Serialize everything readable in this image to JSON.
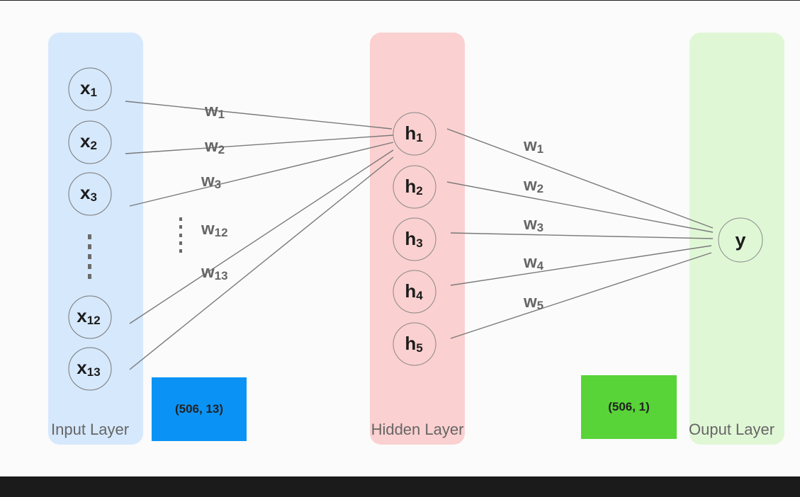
{
  "layers": {
    "input_label": "Input Layer",
    "hidden_label": "Hidden Layer",
    "output_label": "Ouput Layer"
  },
  "shapes": {
    "input": "(506, 13)",
    "output": "(506, 1)"
  },
  "colors": {
    "input_panel": "#d6e8fc",
    "hidden_panel": "#fbd0d0",
    "output_panel": "#e0f7d6",
    "input_shape_box": "#0a93f5",
    "output_shape_box": "#58d438",
    "edge": "#7a7a7a"
  },
  "input_nodes": [
    {
      "base": "x",
      "sub": "1"
    },
    {
      "base": "x",
      "sub": "2"
    },
    {
      "base": "x",
      "sub": "3"
    },
    {
      "base": "x",
      "sub": "12"
    },
    {
      "base": "x",
      "sub": "13"
    }
  ],
  "hidden_nodes": [
    {
      "base": "h",
      "sub": "1"
    },
    {
      "base": "h",
      "sub": "2"
    },
    {
      "base": "h",
      "sub": "3"
    },
    {
      "base": "h",
      "sub": "4"
    },
    {
      "base": "h",
      "sub": "5"
    }
  ],
  "output_node": {
    "base": "y",
    "sub": ""
  },
  "input_weights": [
    {
      "base": "w",
      "sub": "1"
    },
    {
      "base": "w",
      "sub": "2"
    },
    {
      "base": "w",
      "sub": "3"
    },
    {
      "base": "w",
      "sub": "12"
    },
    {
      "base": "w",
      "sub": "13"
    }
  ],
  "output_weights": [
    {
      "base": "w",
      "sub": "1"
    },
    {
      "base": "w",
      "sub": "2"
    },
    {
      "base": "w",
      "sub": "3"
    },
    {
      "base": "w",
      "sub": "4"
    },
    {
      "base": "w",
      "sub": "5"
    }
  ]
}
